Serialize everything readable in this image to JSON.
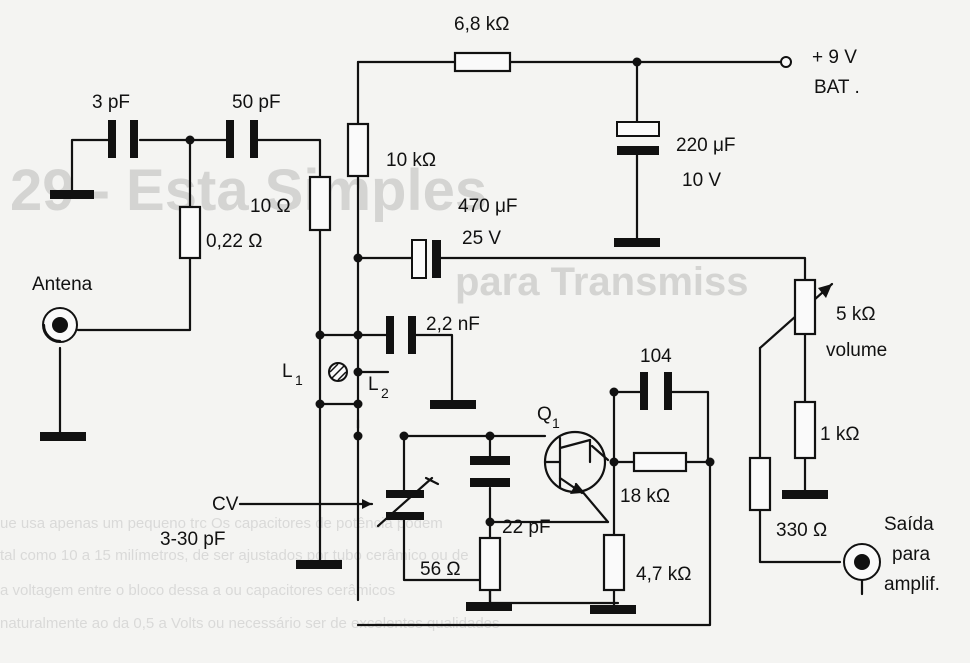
{
  "schematic": {
    "supply": {
      "voltage": "+ 9 V",
      "label": "BAT ."
    },
    "r_supply": "6,8 kΩ",
    "c_filter": {
      "value": "220 μF",
      "voltage": "10 V"
    },
    "r_bias": "10 kΩ",
    "c_coupling": {
      "value": "470 μF",
      "voltage": "25 V"
    },
    "c_in1": "3 pF",
    "c_in2": "50 pF",
    "r_antenna": "0,22 Ω",
    "r_10ohm": "10 Ω",
    "c_bypass": "2,2 nF",
    "inductor_l1": "L",
    "inductor_l1_sub": "1",
    "inductor_l2": "L",
    "inductor_l2_sub": "2",
    "antenna_label": "Antena",
    "cv_label": "CV",
    "cv_range": "3-30 pF",
    "c_feedback_be": "22 pF",
    "r_emitter": "56 Ω",
    "transistor": "Q",
    "transistor_sub": "1",
    "c_104": "104",
    "r_18k": "18 kΩ",
    "r_4k7": "4,7 kΩ",
    "pot": {
      "value": "5 kΩ",
      "label": "volume"
    },
    "r_1k": "1 kΩ",
    "r_330": "330 Ω",
    "output_label": [
      "Saída",
      "para",
      "amplif."
    ]
  },
  "background_text": {
    "heading_fragment": "29 - Esta Simples",
    "heading_fragment2": "para Transmiss",
    "para_line1": "ue usa apenas um pequeno trc   Os capacitores de potência podem",
    "para_line2": "tal como 10 a 15 milímetros, de   ser ajustados por tubo cerâmico ou de",
    "para_line3": "a voltagem entre o bloco   dessa a ou capacitores cerâmicos",
    "para_line4": "naturalmente ao da 0,5 a Volts ou   necessário ser de excelentes qualidades"
  }
}
